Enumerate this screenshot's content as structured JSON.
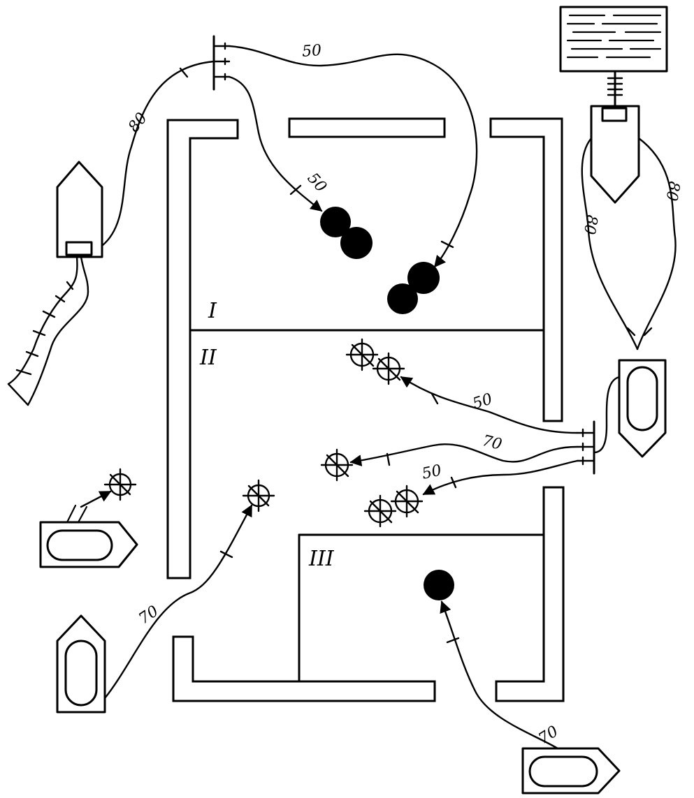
{
  "zones": {
    "z1": "I",
    "z2": "II",
    "z3": "III"
  },
  "hoses": {
    "h_top_50": "50",
    "h_top_80": "80",
    "h_short_50": "50",
    "h_right_80a": "80",
    "h_right_80b": "80",
    "h_mid_50": "50",
    "h_mid_70": "70",
    "h_mid_50b": "50",
    "h_bl_70": "70",
    "h_br_70": "70"
  },
  "colors": {
    "ink": "#000000",
    "paper": "#ffffff"
  }
}
